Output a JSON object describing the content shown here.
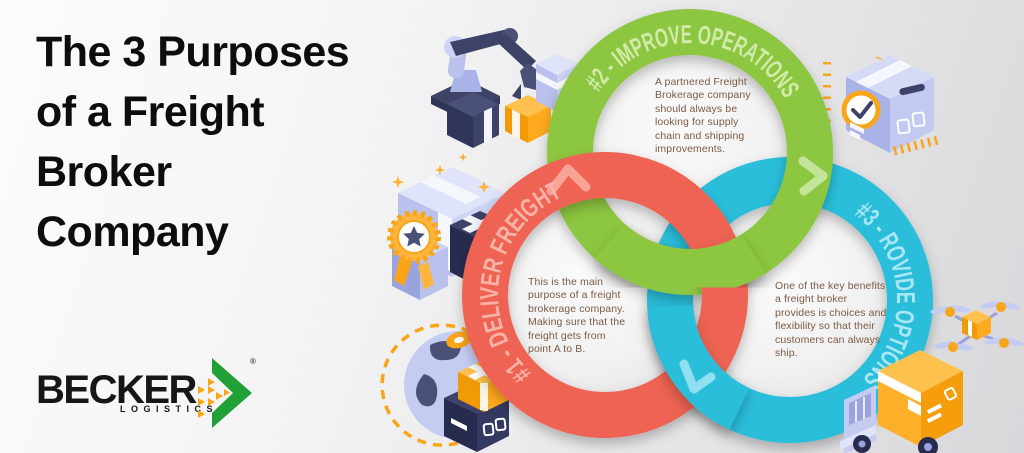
{
  "title": {
    "lines": [
      "The 3 Purposes",
      "of a Freight",
      "Broker",
      "Company"
    ]
  },
  "logo": {
    "brand": "BECKER",
    "subtitle": "LOGISTICS",
    "registered": "®"
  },
  "rings": [
    {
      "id": "deliver-freight",
      "label": "#1 - DELIVER FREIGHT",
      "color": "#ee6352",
      "label_color": "#f8b2a6",
      "arrow_color": "#f7a396",
      "desc_lines": [
        "This is the main",
        "purpose of a freight",
        "brokerage company.",
        "Making sure that the",
        "freight gets from",
        "point A to B."
      ]
    },
    {
      "id": "improve-operations",
      "label": "#2 - IMPROVE OPERATIONS",
      "color": "#8dc63f",
      "label_color": "#d2ebaa",
      "arrow_color": "#c3e59a",
      "desc_lines": [
        "A partnered Freight",
        "Brokerage company",
        "should always be",
        "looking for supply",
        "chain and shipping",
        "improvements."
      ]
    },
    {
      "id": "provide-options",
      "label": "#3 - ROVIDE OPTIONS",
      "color": "#29bedb",
      "label_color": "#a8e7f3",
      "arrow_color": "#8fe0f0",
      "desc_lines": [
        "One of the key benefits",
        "a freight broker",
        "provides is choices and",
        "flexibility so that their",
        "customers can always",
        "ship."
      ]
    }
  ],
  "desc_text_color": "#7c5a47",
  "palette": {
    "orange": "#f9a51a",
    "orange_light": "#ffc14d",
    "navy": "#3d4266",
    "navy_dark": "#272c4e",
    "lavender": "#b9c1ec",
    "lavender_light": "#d5dbf7",
    "logo_green": "#22a038",
    "title_color": "#0d0d0d"
  },
  "illustrations": [
    "robotic-arm-with-boxes",
    "package-with-clock",
    "award-ribbon-packages",
    "globe-with-location-pin",
    "delivery-truck",
    "delivery-drone"
  ]
}
